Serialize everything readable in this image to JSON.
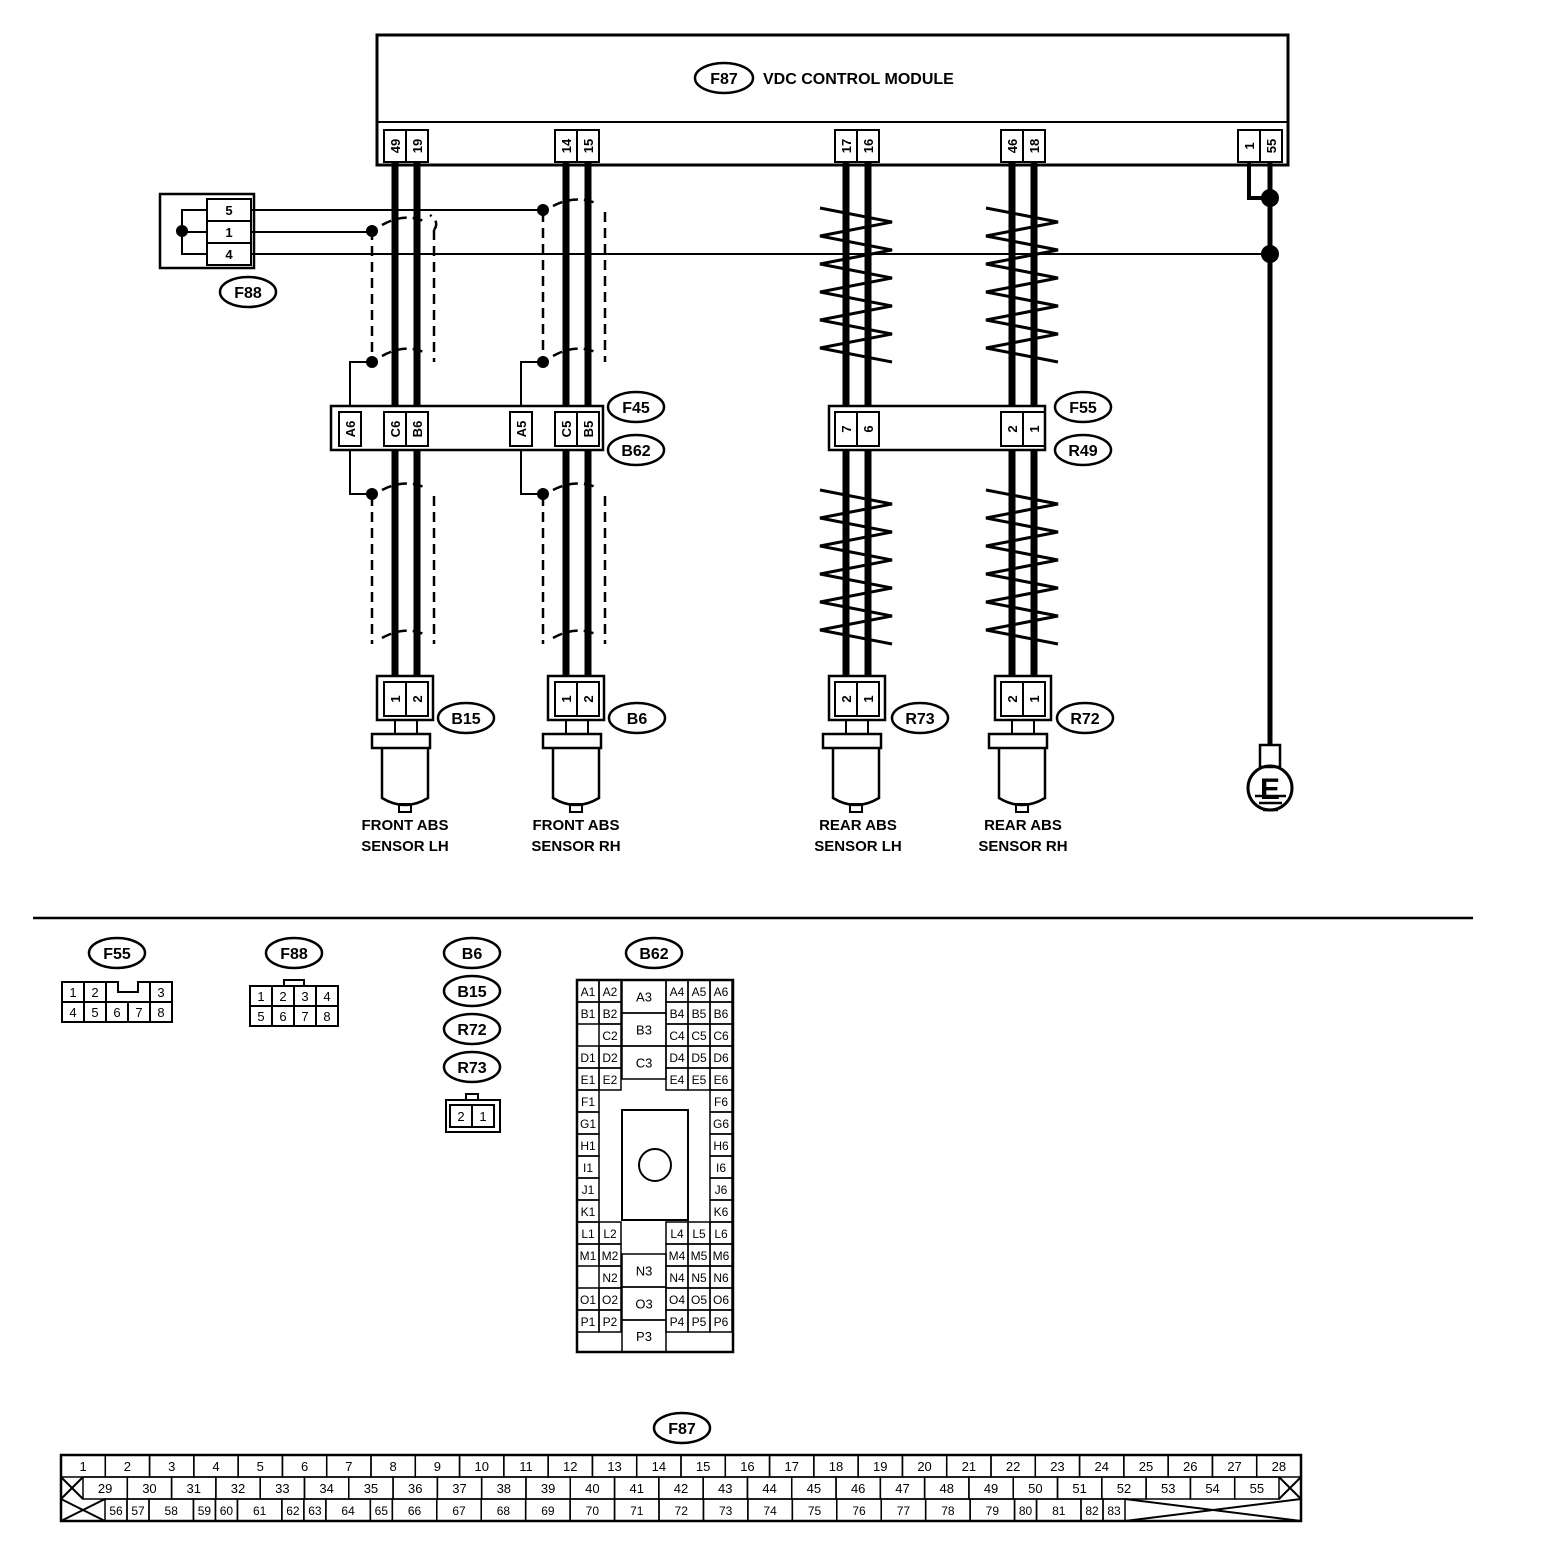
{
  "module": {
    "id": "F87",
    "title": "VDC CONTROL MODULE"
  },
  "module_pins": [
    "49",
    "19",
    "14",
    "15",
    "17",
    "16",
    "46",
    "18",
    "1",
    "55"
  ],
  "f88": {
    "id": "F88",
    "pins": [
      "5",
      "1",
      "4"
    ]
  },
  "junction": {
    "left_ids": [
      "F45",
      "B62"
    ],
    "left_pins": [
      "A6",
      "C6",
      "B6",
      "A5",
      "C5",
      "B5"
    ],
    "right_ids": [
      "F55",
      "R49"
    ],
    "right_pins": [
      "7",
      "6",
      "2",
      "1"
    ]
  },
  "sensors": [
    {
      "id": "B15",
      "pins": [
        "1",
        "2"
      ],
      "line1": "FRONT ABS",
      "line2": "SENSOR LH"
    },
    {
      "id": "B6",
      "pins": [
        "1",
        "2"
      ],
      "line1": "FRONT ABS",
      "line2": "SENSOR RH"
    },
    {
      "id": "R73",
      "pins": [
        "2",
        "1"
      ],
      "line1": "REAR ABS",
      "line2": "SENSOR LH"
    },
    {
      "id": "R72",
      "pins": [
        "2",
        "1"
      ],
      "line1": "REAR ABS",
      "line2": "SENSOR RH"
    }
  ],
  "ground": {
    "symbol": "E"
  },
  "faces": {
    "f55": {
      "id": "F55",
      "row1": [
        "1",
        "2",
        "3"
      ],
      "row2": [
        "4",
        "5",
        "6",
        "7",
        "8"
      ]
    },
    "f88": {
      "id": "F88",
      "row1": [
        "1",
        "2",
        "3",
        "4"
      ],
      "row2": [
        "5",
        "6",
        "7",
        "8"
      ]
    },
    "sensor_group": {
      "ids": [
        "B6",
        "B15",
        "R72",
        "R73"
      ],
      "pins": [
        "2",
        "1"
      ]
    },
    "b62": {
      "id": "B62",
      "left": [
        "A1",
        "A2",
        "B1",
        "B2",
        "C2",
        "D1",
        "D2",
        "E1",
        "E2",
        "F1",
        "G1",
        "H1",
        "I1",
        "J1",
        "K1",
        "L1",
        "L2",
        "M1",
        "M2",
        "N2",
        "O1",
        "O2",
        "P1",
        "P2"
      ],
      "center": [
        "A3",
        "B3",
        "C3",
        "N3",
        "O3",
        "P3"
      ],
      "right": [
        "A4",
        "A5",
        "A6",
        "B4",
        "B5",
        "B6",
        "C4",
        "C5",
        "C6",
        "D4",
        "D5",
        "D6",
        "E4",
        "E5",
        "E6",
        "F6",
        "G6",
        "H6",
        "I6",
        "J6",
        "K6",
        "L4",
        "L5",
        "L6",
        "M4",
        "M5",
        "M6",
        "N4",
        "N5",
        "N6",
        "O4",
        "O5",
        "O6",
        "P4",
        "P5",
        "P6"
      ]
    },
    "f87": {
      "id": "F87",
      "row1": [
        "1",
        "2",
        "3",
        "4",
        "5",
        "6",
        "7",
        "8",
        "9",
        "10",
        "11",
        "12",
        "13",
        "14",
        "15",
        "16",
        "17",
        "18",
        "19",
        "20",
        "21",
        "22",
        "23",
        "24",
        "25",
        "26",
        "27",
        "28"
      ],
      "row2": [
        "29",
        "30",
        "31",
        "32",
        "33",
        "34",
        "35",
        "36",
        "37",
        "38",
        "39",
        "40",
        "41",
        "42",
        "43",
        "44",
        "45",
        "46",
        "47",
        "48",
        "49",
        "50",
        "51",
        "52",
        "53",
        "54",
        "55"
      ],
      "row3": [
        "56",
        "57",
        "58",
        "59",
        "60",
        "61",
        "62",
        "63",
        "64",
        "65",
        "66",
        "67",
        "68",
        "69",
        "70",
        "71",
        "72",
        "73",
        "74",
        "75",
        "76",
        "77",
        "78",
        "79",
        "80",
        "81",
        "82",
        "83"
      ]
    }
  }
}
